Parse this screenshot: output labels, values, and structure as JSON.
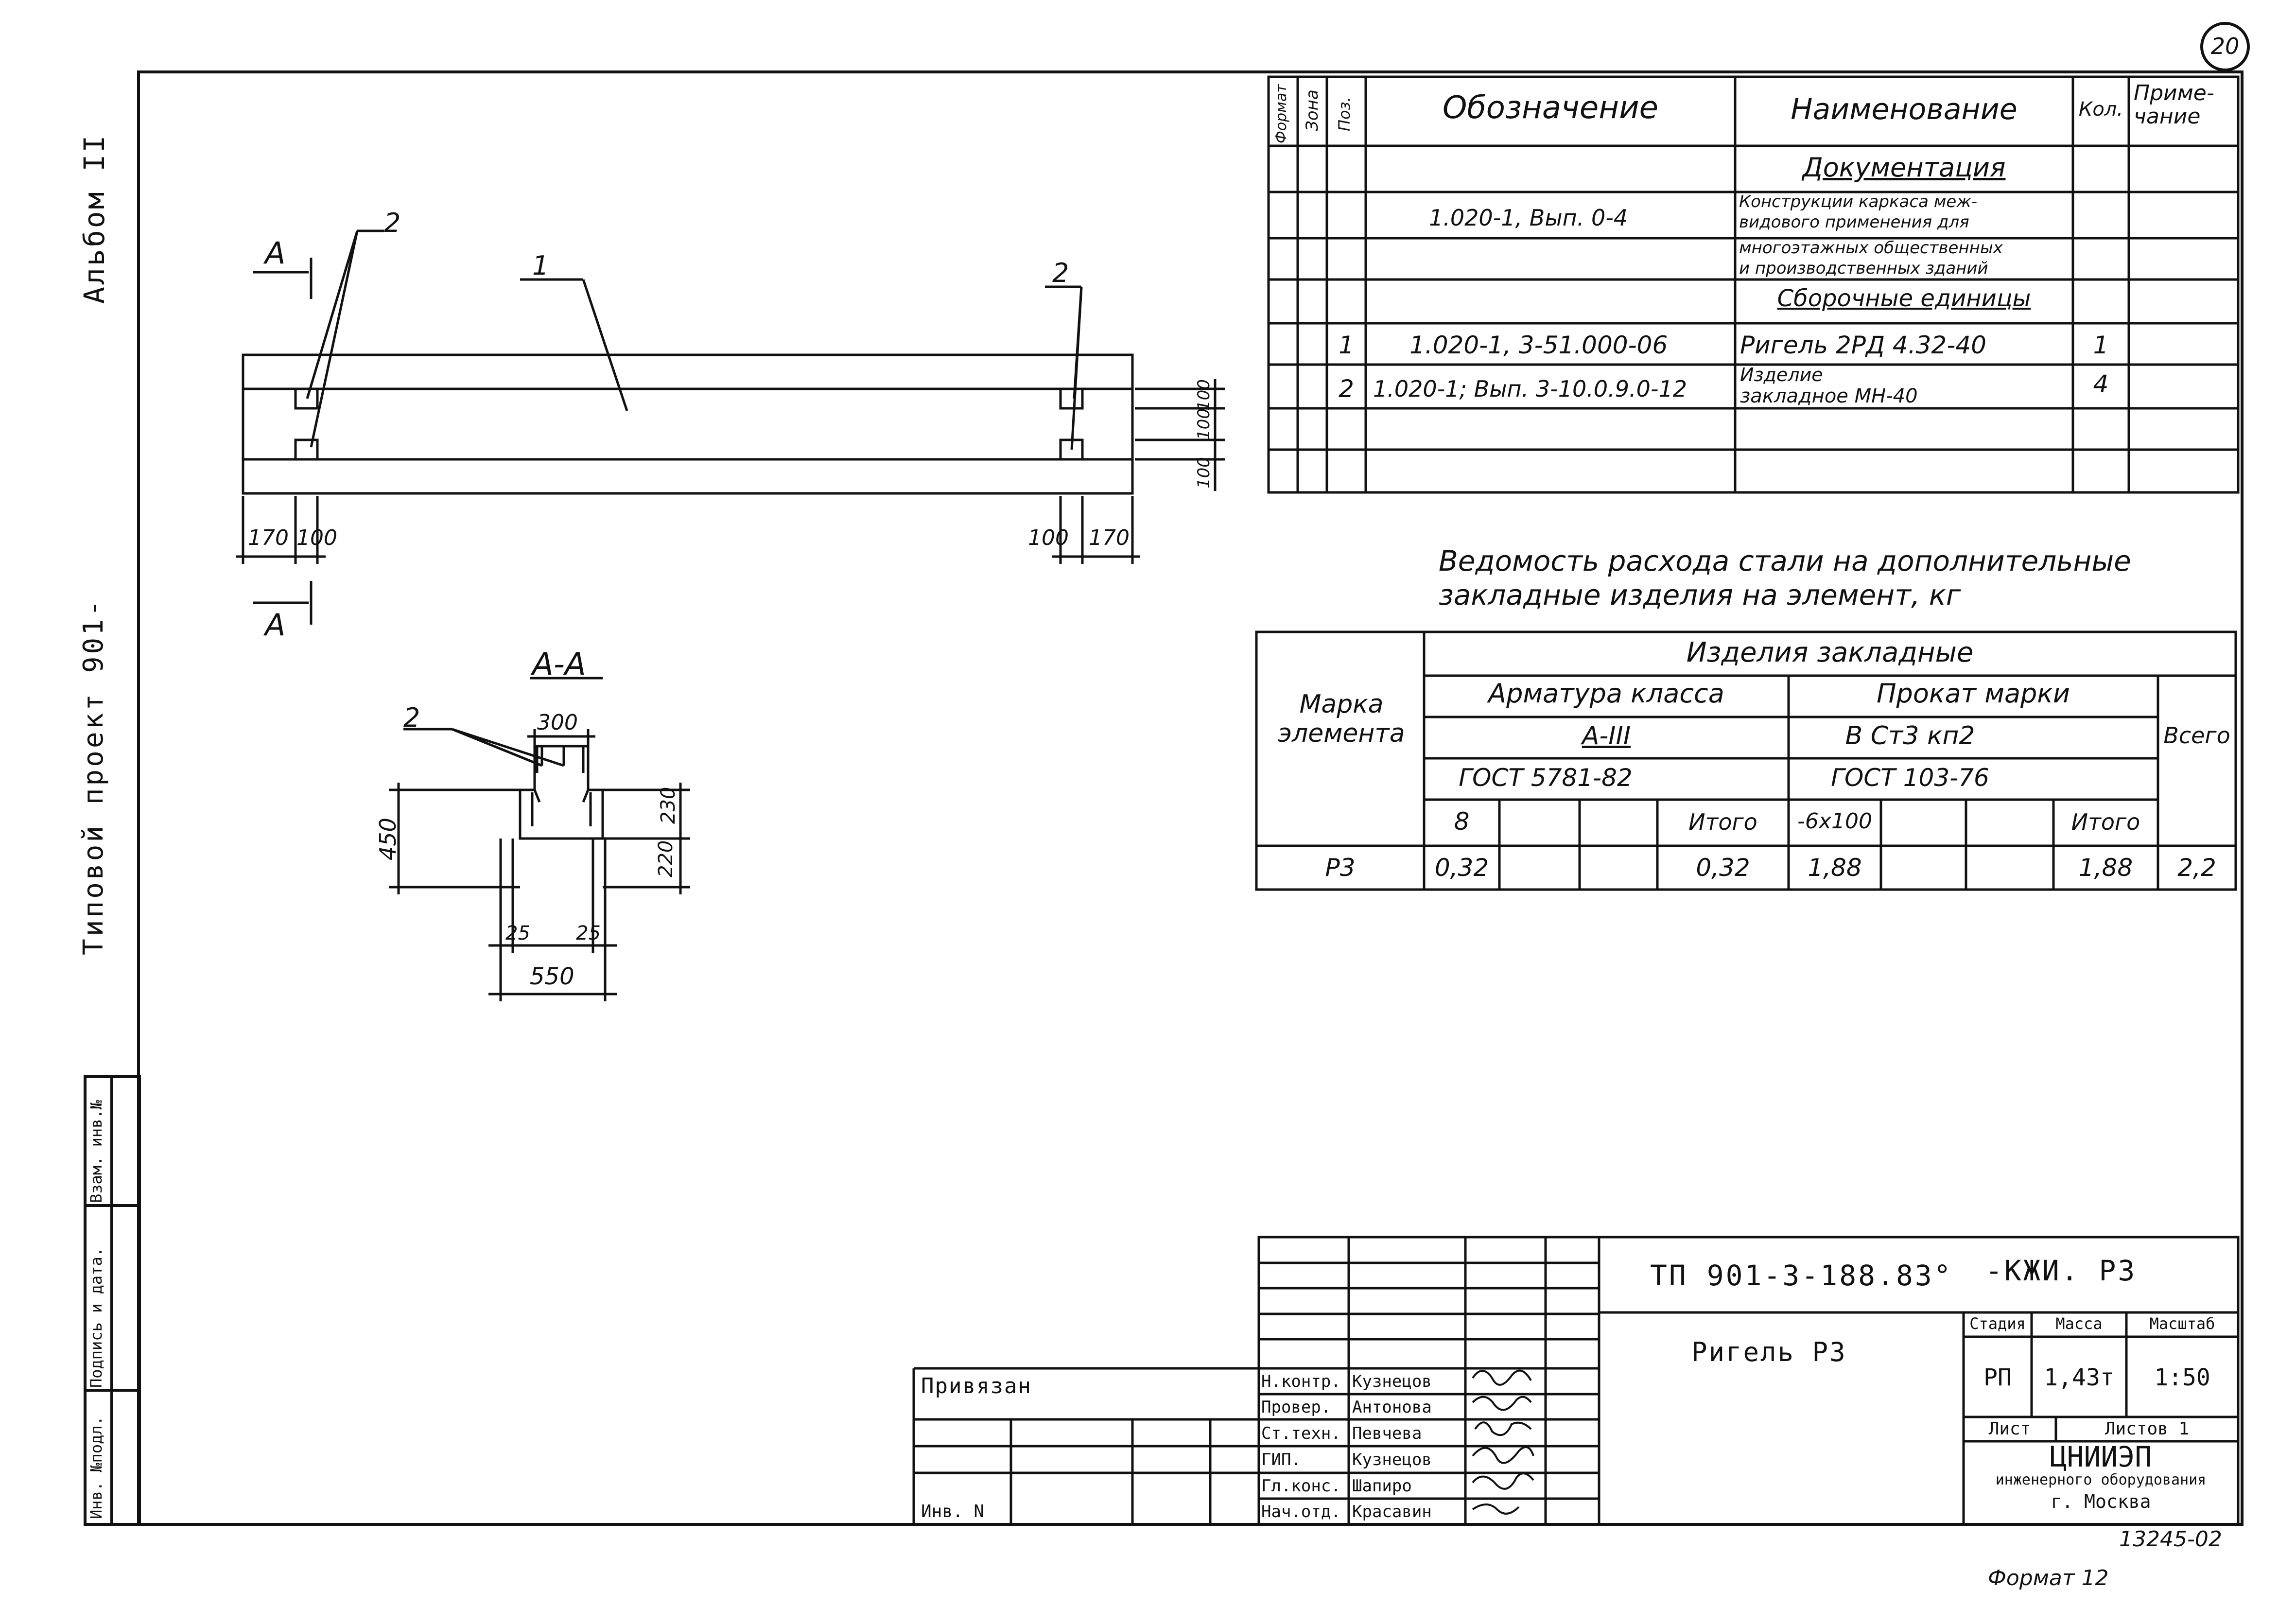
{
  "sheet_number": "20",
  "left_margin": {
    "album": "Альбом II",
    "series": "Типовой    проект 901-",
    "field_inv_orig": "Инв. №подл.",
    "field_sign_date": "Подпись и дата.",
    "field_inv_replace": "Взам. инв.№"
  },
  "spec": {
    "headers": {
      "format": "Формат",
      "zone": "Зона",
      "pos": "Поз.",
      "designation": "Обозначение",
      "name": "Наименование",
      "qty": "Кол.",
      "note": "Приме-чание"
    },
    "section_docs": "Документация",
    "doc_ref": "1.020-1, Вып. 0-4",
    "doc_name_lines": [
      "Конструкции каркаса меж-",
      "видового применения для",
      "многоэтажных общественных",
      "и производственных зданий"
    ],
    "section_assemblies": "Сборочные единицы",
    "rows": [
      {
        "pos": "1",
        "designation": "1.020-1, 3-51.000-06",
        "name": "Ригель  2РД 4.32-40",
        "qty": "1"
      },
      {
        "pos": "2",
        "designation": "1.020-1; Вып. 3-10.0.9.0-12",
        "name_line1": "Изделие",
        "name_line2": "закладное        МН-40",
        "qty": "4"
      }
    ]
  },
  "drawing": {
    "label_1": "1",
    "label_2": "2",
    "section_mark": "А",
    "section_title": "А-А",
    "dims_left": [
      "170",
      "100"
    ],
    "dims_right": [
      "100",
      "170"
    ],
    "dims_vertical": [
      "100",
      "100",
      "100"
    ],
    "section_dims": {
      "top": "300",
      "height": "450",
      "upper": "230",
      "lower": "220",
      "left_gap": "25",
      "right_gap": "25",
      "width": "550"
    }
  },
  "steel": {
    "title_line1": "Ведомость расхода стали на дополнительные",
    "title_line2": "закладные изделия на элемент, кг",
    "group": "Изделия  закладные",
    "mark_col": "Марка элемента",
    "rebar_class": "Арматура класса",
    "rebar_grade": "А-III",
    "rebar_gost": "ГОСТ 5781-82",
    "rolled": "Прокат  марки",
    "rolled_grade": "В Ст3 кп2",
    "rolled_gost": "ГОСТ 103-76",
    "total_col": "Всего",
    "subheads": [
      "8",
      "",
      "",
      "Итого",
      "-6х100",
      "",
      "",
      "Итого"
    ],
    "row": {
      "mark": "Р3",
      "cells": [
        "0,32",
        "",
        "",
        "0,32",
        "1,88",
        "",
        "",
        "1,88"
      ],
      "total": "2,2"
    }
  },
  "title_block": {
    "code": "ТП 901-3-188.83°",
    "suffix": "-КЖИ. Р3",
    "title": "Ригель Р3",
    "stage_h": "Стадия",
    "mass_h": "Масса",
    "scale_h": "Масштаб",
    "stage": "РП",
    "mass": "1,43т",
    "scale": "1:50",
    "sheet_h": "Лист",
    "sheets_h": "Листов 1",
    "org1": "ЦНИИЭП",
    "org2": "инженерного оборудования",
    "org3": "г. Москва",
    "privyazan": "Привязан",
    "inv": "Инв. N",
    "roles": [
      {
        "role": "Н.контр.",
        "name": "Кузнецов"
      },
      {
        "role": "Провер.",
        "name": "Антонова"
      },
      {
        "role": "Ст.техн.",
        "name": "Певчева"
      },
      {
        "role": "ГИП.",
        "name": "Кузнецов"
      },
      {
        "role": "Гл.конс.",
        "name": "Шапиро"
      },
      {
        "role": "Нач.отд.",
        "name": "Красавин"
      }
    ]
  },
  "footer": {
    "copy_no": "13245-02",
    "format": "Формат 12"
  }
}
